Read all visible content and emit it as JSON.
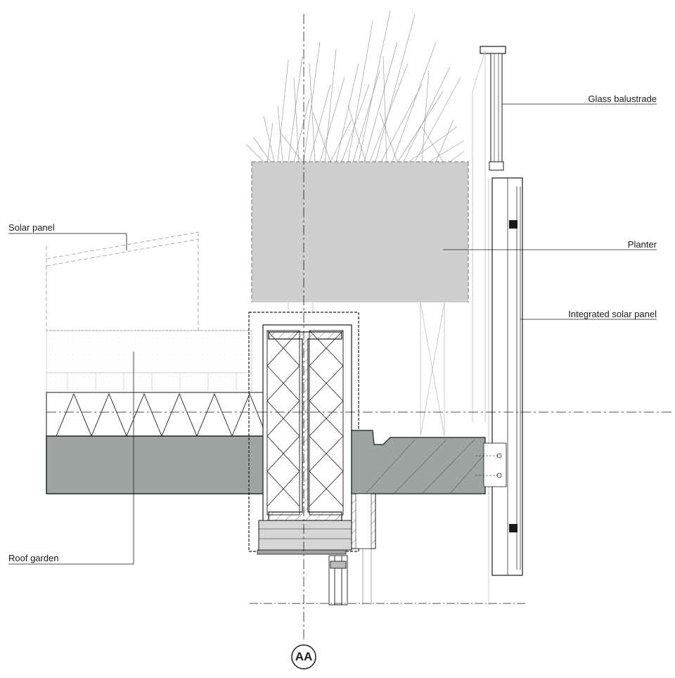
{
  "labels": {
    "glass_balustrade": "Glass balustrade",
    "solar_panel": "Solar panel",
    "planter": "Planter",
    "integrated_solar_panel": "Integrated solar panel",
    "roof_garden": "Roof garden"
  },
  "section_marker": "AA",
  "colors": {
    "concrete_slab": "#9ea4a4",
    "planter_fill": "#cfcfcf",
    "line": "#1a1a1a",
    "light_line": "#b5b5b5",
    "timber": "#d6d6d6"
  }
}
